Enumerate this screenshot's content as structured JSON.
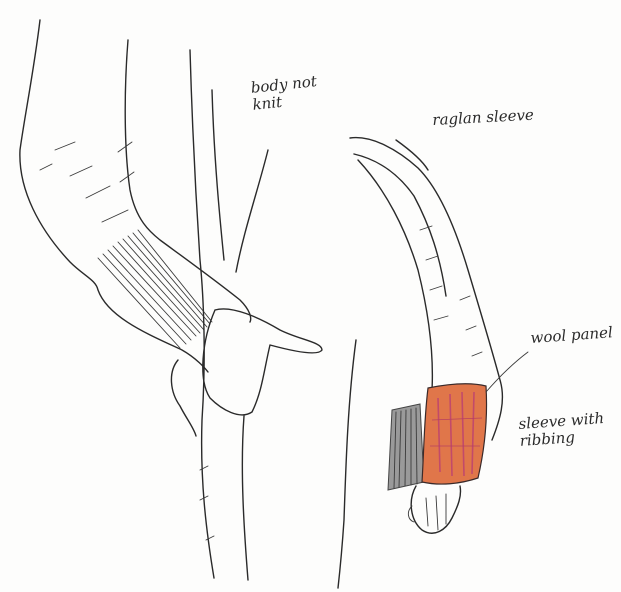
{
  "sketch": {
    "notes": {
      "body_knit": "body not\nknit",
      "raglan": "raglan sleeve",
      "panel": "wool panel",
      "sleeve_ribbing": "sleeve with\nribbing"
    },
    "colors": {
      "ink": "#2a2a2a",
      "wool_panel": "#e0764a",
      "wool_panel_stitch": "#c24a6a",
      "ribbing_grey": "#8c8c8c"
    }
  }
}
